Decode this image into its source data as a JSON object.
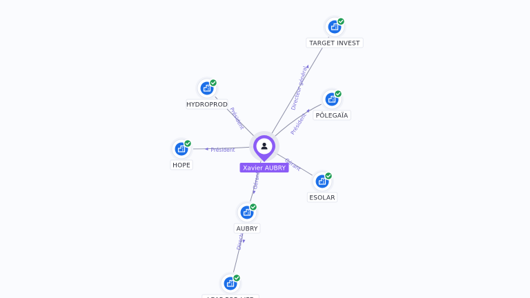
{
  "center": {
    "name": "Xavier AUBRY",
    "icon": "person-icon",
    "color": "#8b5cf6"
  },
  "companies": [
    {
      "id": "target-invest",
      "name": "TARGET INVEST",
      "icon": "building-icon",
      "verified": true
    },
    {
      "id": "hydroprod",
      "name": "HYDROPROD",
      "icon": "building-icon",
      "verified": true
    },
    {
      "id": "polegaia",
      "name": "PÔLEGAÏA",
      "icon": "building-icon",
      "verified": true
    },
    {
      "id": "hope",
      "name": "HOPE",
      "icon": "building-icon",
      "verified": true
    },
    {
      "id": "esolar",
      "name": "ESOLAR",
      "icon": "building-icon",
      "verified": true
    },
    {
      "id": "aubry",
      "name": "AUBRY",
      "icon": "building-icon",
      "verified": true
    },
    {
      "id": "leaf-for-life",
      "name": "LEAF FOR LIFE",
      "icon": "building-icon",
      "verified": true
    }
  ],
  "relations": [
    {
      "from": "center",
      "to": "target-invest",
      "label": "Directeur général"
    },
    {
      "from": "center",
      "to": "hydroprod",
      "label": "Président"
    },
    {
      "from": "center",
      "to": "polegaia",
      "label": "Président"
    },
    {
      "from": "center",
      "to": "hope",
      "label": "Président"
    },
    {
      "from": "center",
      "to": "esolar",
      "label": "Gérant"
    },
    {
      "from": "center",
      "to": "aubry",
      "label": "Gérant"
    },
    {
      "from": "aubry",
      "to": "leaf-for-life",
      "label": "Directeur général"
    }
  ],
  "colors": {
    "company_icon": "#1c6fe8",
    "verified_badge": "#1f9d55",
    "edge": "#8c8ea6",
    "edge_label": "#7b6fd8"
  }
}
